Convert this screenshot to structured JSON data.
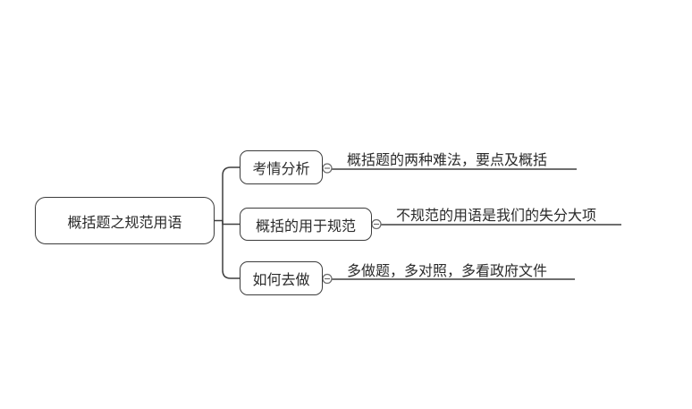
{
  "root": {
    "label": "概括题之规范用语"
  },
  "branches": [
    {
      "label": "考情分析",
      "note": "概括题的两种难法，要点及概括"
    },
    {
      "label": "概括的用于规范",
      "note": "不规范的用语是我们的失分大项"
    },
    {
      "label": "如何去做",
      "note": "多做题，多对照，多看政府文件"
    }
  ],
  "colors": {
    "background": "#ffffff",
    "line": "#3f3f3f",
    "node_border": "#3c3c3c",
    "text": "#2b2b2b",
    "handle_stroke": "#6e6e6e",
    "node_fill": "#ffffff"
  }
}
